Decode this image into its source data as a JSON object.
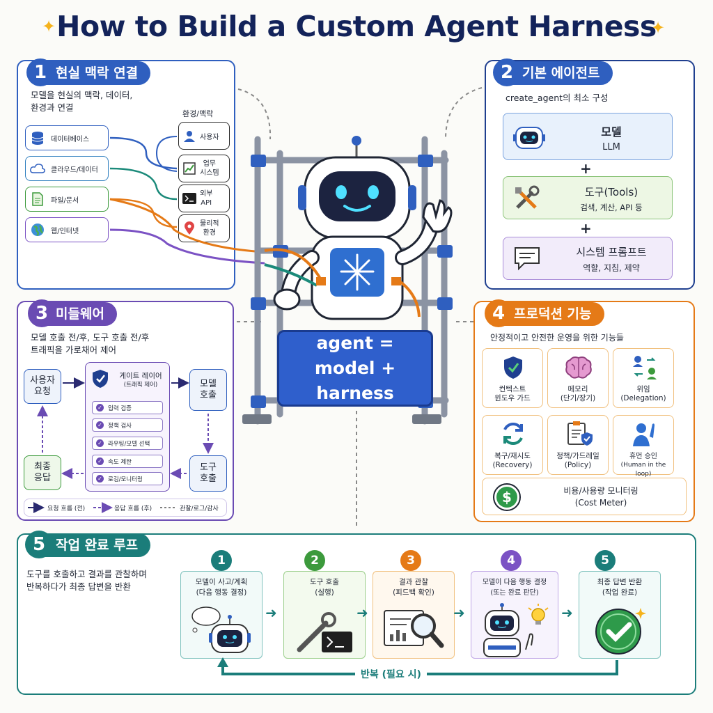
{
  "title": "How to Build a Custom Agent Harness",
  "center_sign": {
    "line1": "agent =",
    "line2": "model + harness"
  },
  "section1": {
    "num": "1",
    "title": "현실 맥락 연결",
    "desc_line1": "모델을 현실의 맥락, 데이터,",
    "desc_line2": "환경과 연결",
    "env_label": "환경/맥락",
    "sources": [
      {
        "label": "데이터베이스",
        "icon": "database-icon"
      },
      {
        "label": "클라우드/데이터",
        "icon": "cloud-icon"
      },
      {
        "label": "파일/문서",
        "icon": "document-icon"
      },
      {
        "label": "웹/인터넷",
        "icon": "globe-icon"
      }
    ],
    "targets": [
      {
        "label": "사용자",
        "icon": "user-icon"
      },
      {
        "label_line1": "업무",
        "label_line2": "시스템",
        "icon": "chart-icon"
      },
      {
        "label_line1": "외부",
        "label_line2": "API",
        "icon": "terminal-icon"
      },
      {
        "label_line1": "물리적",
        "label_line2": "환경",
        "icon": "location-pin-icon"
      }
    ]
  },
  "section2": {
    "num": "2",
    "title": "기본 에이전트",
    "subtitle": "create_agent의 최소 구성",
    "items": [
      {
        "title": "모델",
        "sub": "LLM",
        "icon": "robot-icon"
      },
      {
        "title": "도구(Tools)",
        "sub": "검색, 계산, API 등",
        "icon": "tools-icon"
      },
      {
        "title": "시스템 프롬프트",
        "sub": "역할, 지침, 제약",
        "icon": "chat-icon"
      }
    ],
    "plus": "+"
  },
  "section3": {
    "num": "3",
    "title": "미들웨어",
    "desc_line1": "모델 호출 전/후, 도구 호출 전/후",
    "desc_line2": "트래픽을 가로채어 제어",
    "user_request": {
      "line1": "사용자",
      "line2": "요청"
    },
    "final_response": {
      "line1": "최종",
      "line2": "응답"
    },
    "model_call": {
      "line1": "모델",
      "line2": "호출"
    },
    "tool_call": {
      "line1": "도구",
      "line2": "호출"
    },
    "gate": {
      "line1": "게이트 레이어",
      "line2": "(트래픽 제어)"
    },
    "checks": [
      "입력 검증",
      "정책 검사",
      "라우팅/모델 선택",
      "속도 제한",
      "로깅/모니터링"
    ],
    "legend": [
      "요청 흐름 (전)",
      "응답 흐름 (후)",
      "관찰/로그/감사"
    ]
  },
  "section4": {
    "num": "4",
    "title": "프로덕션 기능",
    "desc": "안정적이고 안전한 운영을 위한 기능들",
    "features": [
      {
        "line1": "컨텍스트",
        "line2": "윈도우 가드",
        "icon": "shield-check-icon"
      },
      {
        "line1": "메모리",
        "line2": "(단기/장기)",
        "icon": "brain-icon"
      },
      {
        "line1": "위임",
        "line2": "(Delegation)",
        "icon": "delegation-icon"
      },
      {
        "line1": "복구/재시도",
        "line2": "(Recovery)",
        "icon": "refresh-icon"
      },
      {
        "line1": "정책/가드레일",
        "line2": "(Policy)",
        "icon": "clipboard-shield-icon"
      },
      {
        "line1": "휴먼 승인",
        "line2": "(Human in the loop)",
        "icon": "human-raise-hand-icon"
      }
    ],
    "cost": {
      "line1": "비용/사용량 모니터링",
      "line2": "(Cost Meter)",
      "icon": "dollar-icon"
    }
  },
  "section5": {
    "num": "5",
    "title": "작업 완료 루프",
    "desc_line1": "도구를 호출하고 결과를 관찰하며",
    "desc_line2": "반복하다가 최종 답변을 반환",
    "steps": [
      {
        "num": "1",
        "line1": "모델이 사고/계획",
        "line2": "(다음 행동 결정)",
        "color": "#1b7d7a"
      },
      {
        "num": "2",
        "line1": "도구 호출",
        "line2": "(실행)",
        "color": "#3c9a3c"
      },
      {
        "num": "3",
        "line1": "결과 관찰",
        "line2": "(피드백 확인)",
        "color": "#e57a17"
      },
      {
        "num": "4",
        "line1": "모델이 다음 행동 결정",
        "line2": "(또는 완료 판단)",
        "color": "#7b52c4"
      },
      {
        "num": "5",
        "line1": "최종 답변 반환",
        "line2": "(작업 완료)",
        "color": "#1b7d7a"
      }
    ],
    "loop_label": "반복 (필요 시)"
  }
}
